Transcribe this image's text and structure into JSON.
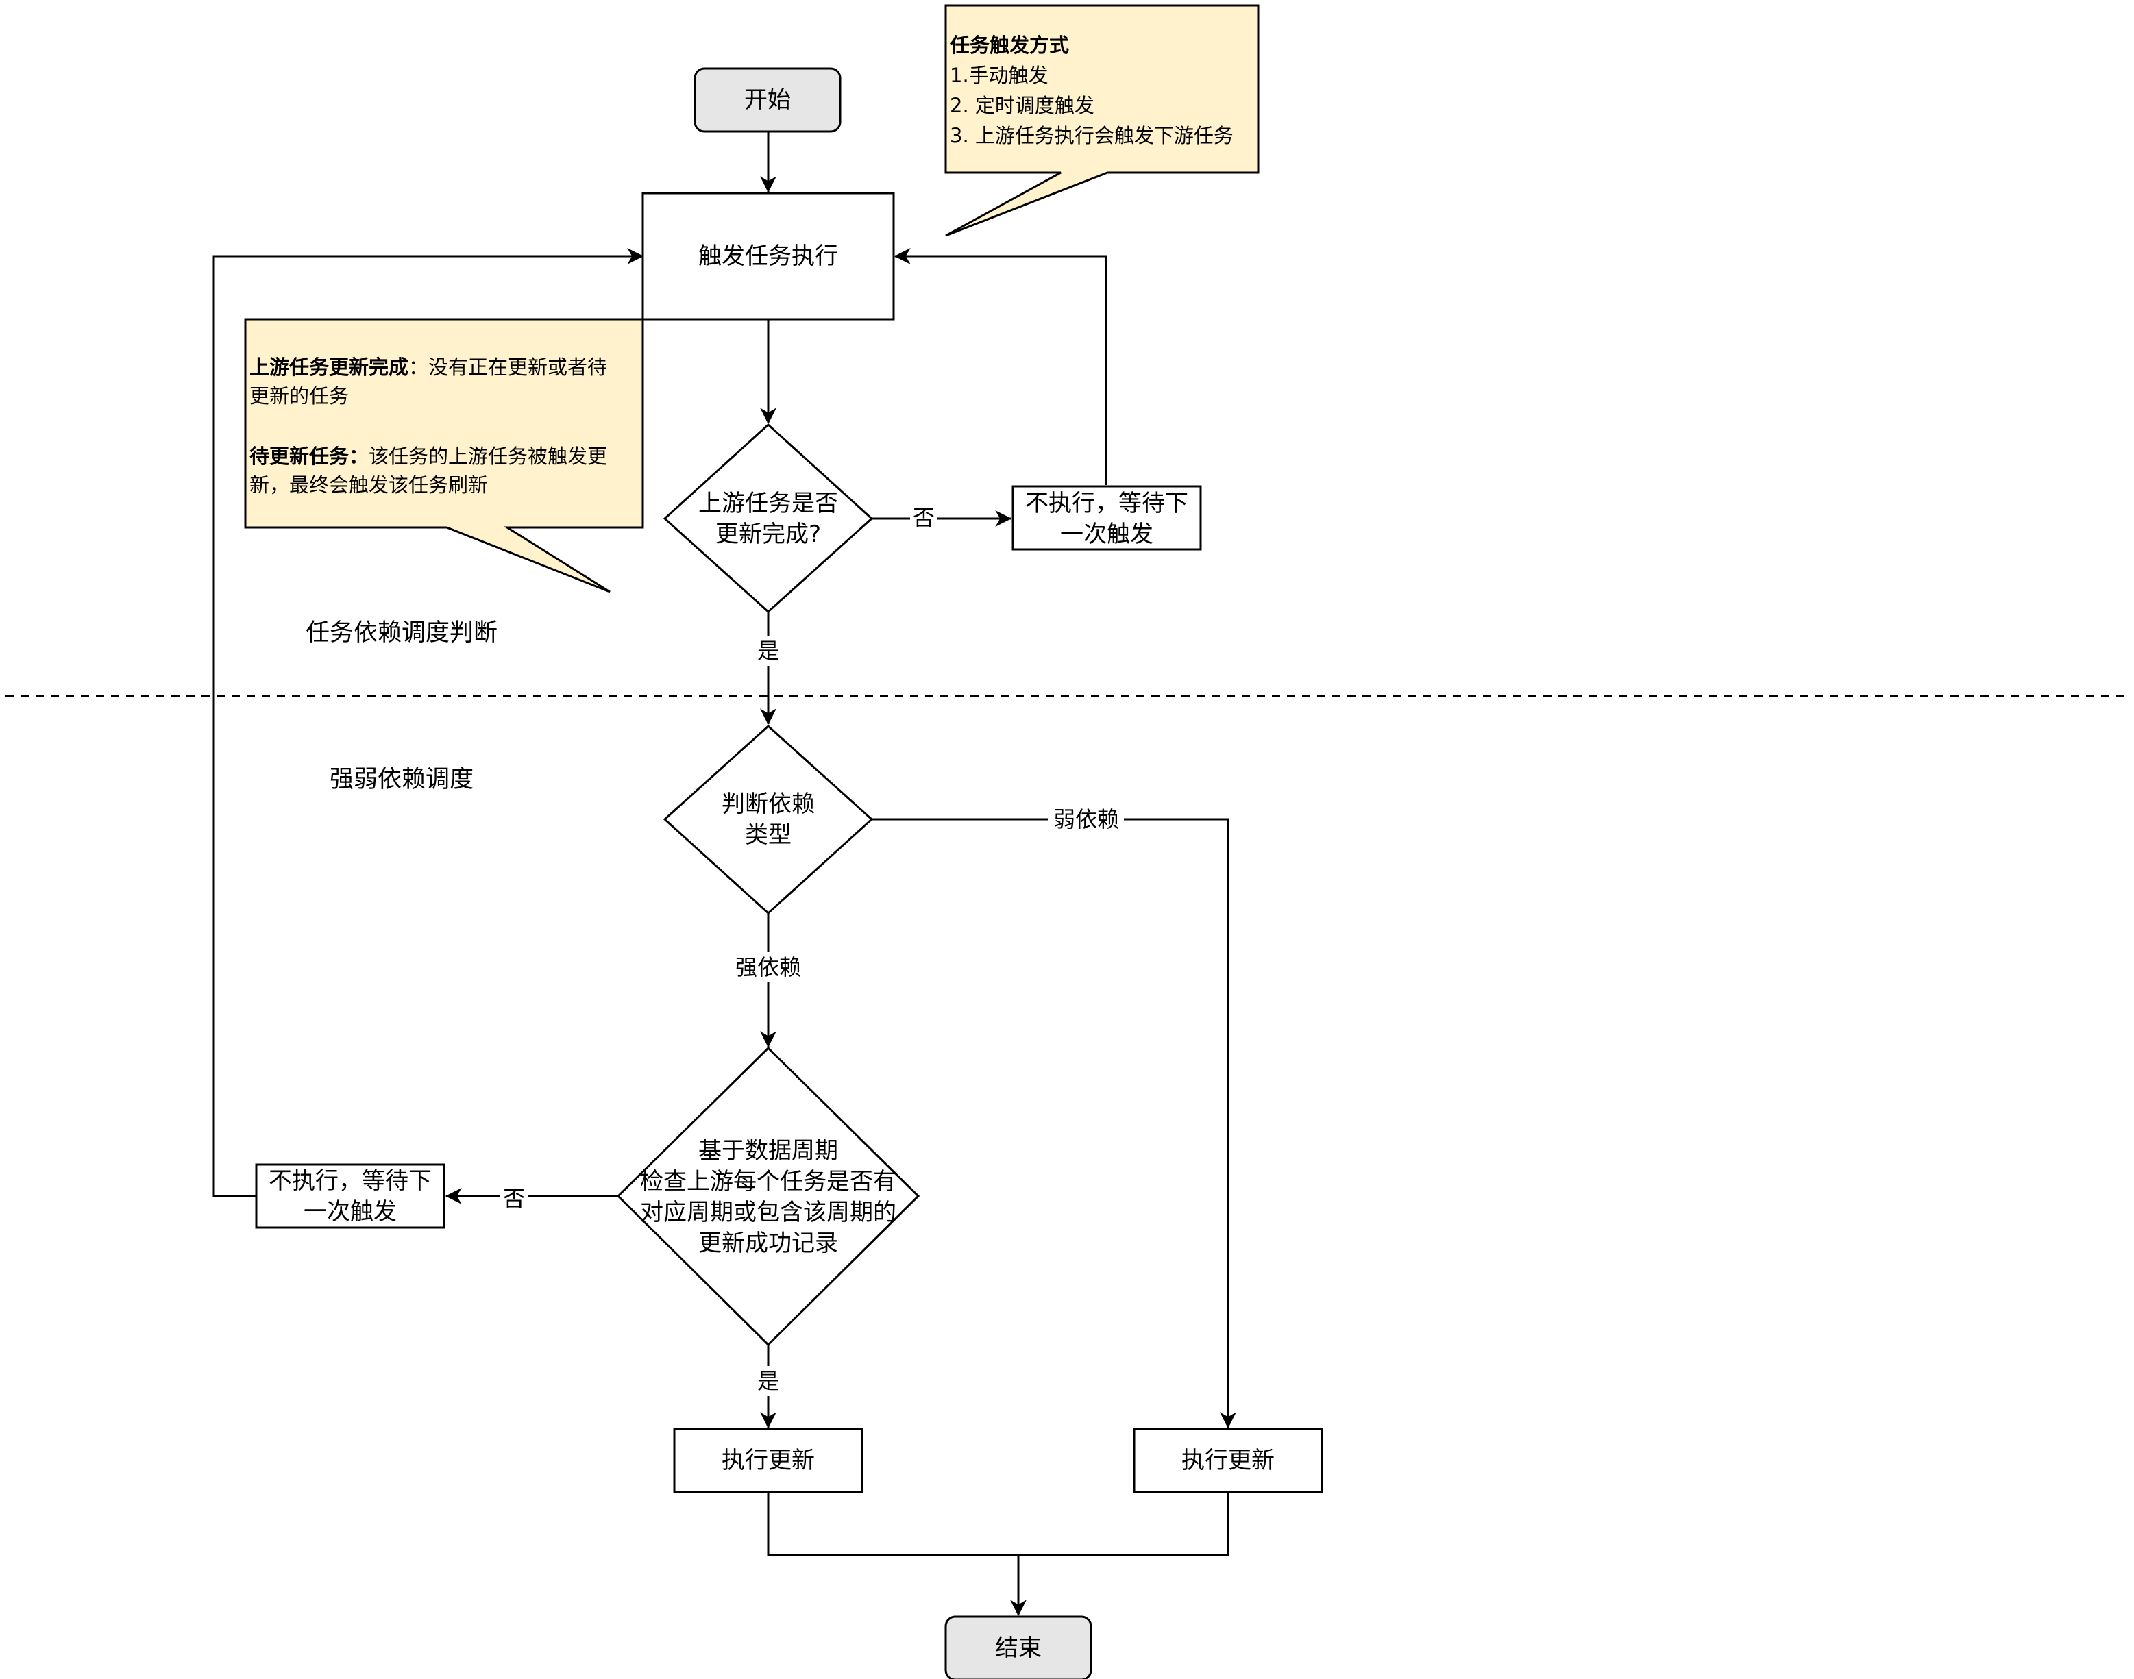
{
  "nodes": {
    "start": "开始",
    "trigger": "触发任务执行",
    "upstream_check": [
      "上游任务是否",
      "更新完成?"
    ],
    "wait_top": [
      "不执行，等待下",
      "一次触发"
    ],
    "dep_type": [
      "判断依赖",
      "类型"
    ],
    "period_check": [
      "基于数据周期",
      "检查上游每个任务是否有",
      "对应周期或包含该周期的",
      "更新成功记录"
    ],
    "wait_bottom": [
      "不执行，等待下",
      "一次触发"
    ],
    "exec_left": "执行更新",
    "exec_right": "执行更新",
    "end": "结束"
  },
  "edge_labels": {
    "no_top": "否",
    "yes_top": "是",
    "weak": "弱依赖",
    "strong": "强依赖",
    "no_bottom": "否",
    "yes_bottom": "是"
  },
  "notes": {
    "trigger_modes": {
      "title": "任务触发方式",
      "lines": [
        "1.手动触发",
        "2. 定时调度触发",
        "3. 上游任务执行会触发下游任务"
      ]
    },
    "definitions": {
      "term1_bold": "上游任务更新完成",
      "term1_text": "：没有正在更新或者待",
      "term1_cont": "更新的任务",
      "term2_bold": "待更新任务：",
      "term2_text": "该任务的上游任务被触发更",
      "term2_cont": "新，最终会触发该任务刷新"
    }
  },
  "sections": {
    "top": "任务依赖调度判断",
    "bottom": "强弱依赖调度"
  },
  "colors": {
    "note_fill": "#fff2cc",
    "terminal_fill": "#e6e6e6",
    "stroke": "#000000"
  }
}
